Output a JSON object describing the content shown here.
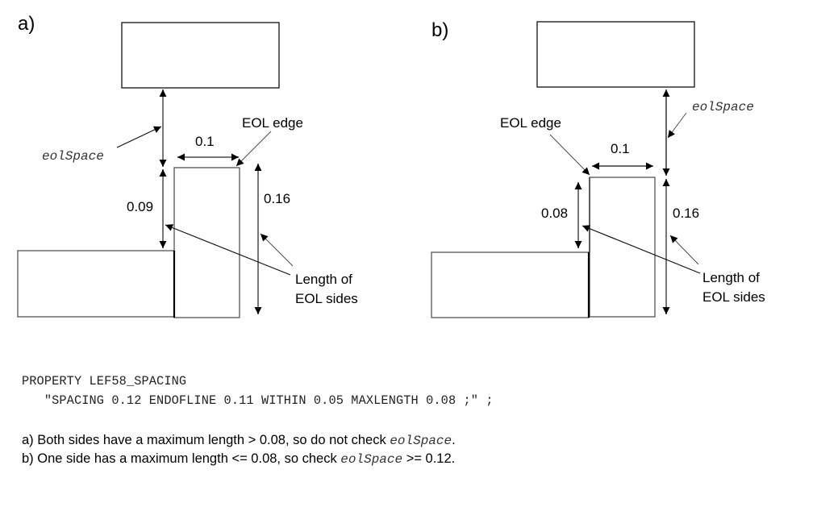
{
  "panels": [
    {
      "id": "a",
      "label": "a)",
      "eol_edge_label": "EOL edge",
      "width_value": "0.1",
      "side_length_value": "0.09",
      "total_length_value": "0.16",
      "eol_space_label": "eolSpace",
      "eol_sides_label_line1": "Length of",
      "eol_sides_label_line2": "EOL sides"
    },
    {
      "id": "b",
      "label": "b)",
      "eol_edge_label": "EOL edge",
      "width_value": "0.1",
      "side_length_value": "0.08",
      "total_length_value": "0.16",
      "eol_space_label": "eolSpace",
      "eol_sides_label_line1": "Length of",
      "eol_sides_label_line2": "EOL sides"
    }
  ],
  "code": {
    "line1": "PROPERTY LEF58_SPACING",
    "line2": "   \"SPACING 0.12 ENDOFLINE 0.11 WITHIN 0.05 MAXLENGTH 0.08 ;\" ;"
  },
  "notes": [
    {
      "prefix": "a) Both sides have a maximum length > 0.08, so do not check ",
      "code": "eolSpace",
      "suffix": "."
    },
    {
      "prefix": "b) One side has a maximum length <= 0.08, so check ",
      "code": "eolSpace",
      "suffix": " >= 0.12."
    }
  ]
}
